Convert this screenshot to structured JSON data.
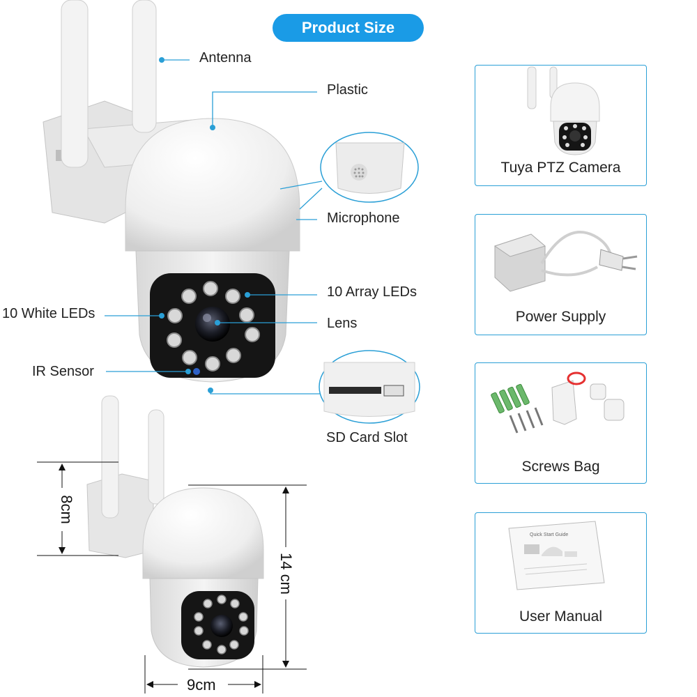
{
  "title": "Product Size",
  "callouts": {
    "antenna": "Antenna",
    "plastic": "Plastic",
    "microphone": "Microphone",
    "array_leds": "10 Array LEDs",
    "white_leds": "10 White LEDs",
    "lens": "Lens",
    "ir_sensor": "IR Sensor",
    "sd_slot": "SD Card Slot"
  },
  "package": [
    {
      "label": "Tuya PTZ Camera",
      "icon": "camera-icon"
    },
    {
      "label": "Power Supply",
      "icon": "power-adapter-icon"
    },
    {
      "label": "Screws Bag",
      "icon": "screws-icon"
    },
    {
      "label": "User Manual",
      "icon": "manual-icon"
    }
  ],
  "manual_text": "Quick Start Guide",
  "dimensions": {
    "width": "9cm",
    "height": "14 cm",
    "depth": "8cm"
  },
  "colors": {
    "accent": "#1a9be6",
    "box_border": "#2a9fd6"
  }
}
